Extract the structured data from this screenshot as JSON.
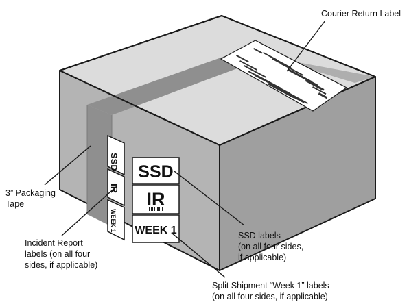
{
  "callouts": {
    "courier_return_label": "Courier Return Label",
    "packaging_tape": [
      "3” Packaging",
      "Tape"
    ],
    "incident_report_labels": [
      "Incident Report",
      "labels (on all four",
      "sides, if applicable)"
    ],
    "ssd_labels": [
      "SSD labels",
      "(on all four sides,",
      "if applicable)"
    ],
    "week1_labels": [
      "Split Shipment “Week 1” labels",
      "(on all four sides, if applicable)"
    ]
  },
  "box_labels": {
    "ssd": "SSD",
    "ir": "IR",
    "week1": "WEEK 1"
  },
  "colors": {
    "box_top": "#dcdcdc",
    "box_front": "#b4b4b4",
    "box_side": "#9c9c9c",
    "tape": "#8f8f8f",
    "outline": "#1a1a1a",
    "label_bg": "#ffffff"
  }
}
